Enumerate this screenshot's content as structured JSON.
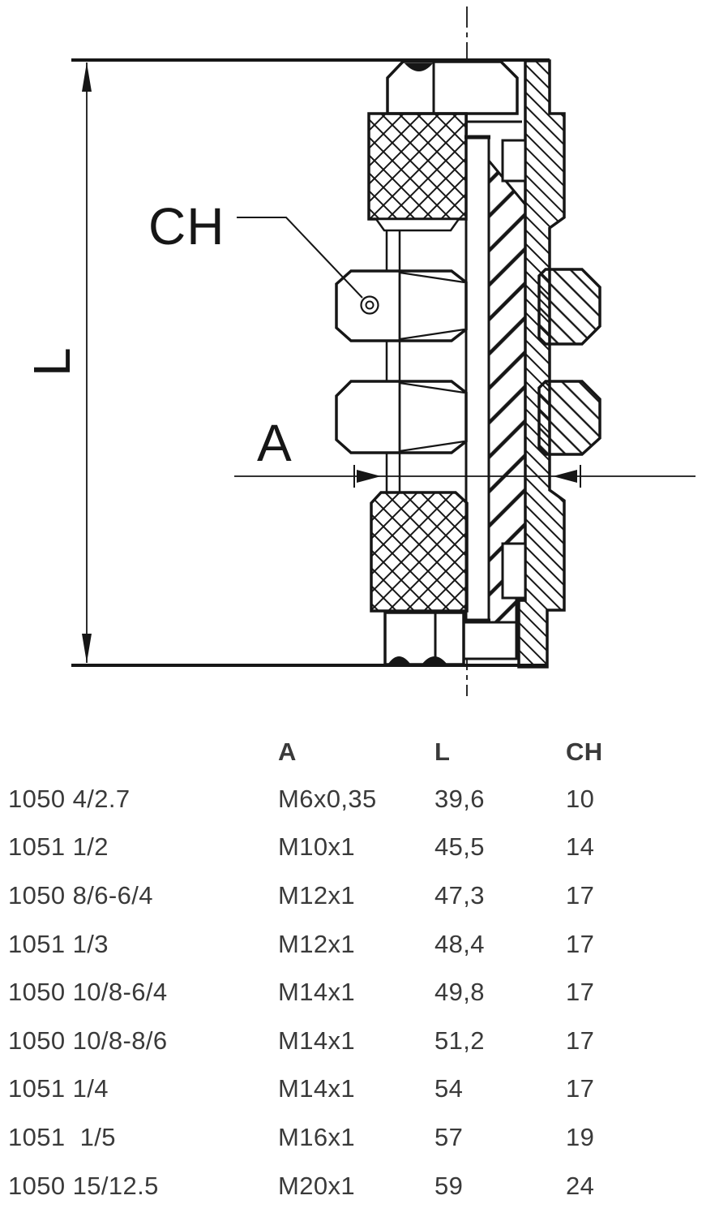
{
  "drawing": {
    "length_dim_label": "L",
    "wrench_size_label": "CH",
    "thread_dim_label": "A"
  },
  "table": {
    "headers": {
      "model": "",
      "thread": "A",
      "length": "L",
      "wrench": "CH"
    },
    "rows": [
      {
        "model": "1050 4/2.7",
        "thread": "M6x0,35",
        "length": "39,6",
        "wrench": "10"
      },
      {
        "model": "1051 1/2",
        "thread": "M10x1",
        "length": "45,5",
        "wrench": "14"
      },
      {
        "model": "1050 8/6-6/4",
        "thread": "M12x1",
        "length": "47,3",
        "wrench": "17"
      },
      {
        "model": "1051 1/3",
        "thread": "M12x1",
        "length": "48,4",
        "wrench": "17"
      },
      {
        "model": "1050 10/8-6/4",
        "thread": "M14x1",
        "length": "49,8",
        "wrench": "17"
      },
      {
        "model": "1050 10/8-8/6",
        "thread": "M14x1",
        "length": "51,2",
        "wrench": "17"
      },
      {
        "model": "1051 1/4",
        "thread": "M14x1",
        "length": "54",
        "wrench": "17"
      },
      {
        "model": "1051  1/5",
        "thread": "M16x1",
        "length": "57",
        "wrench": "19"
      },
      {
        "model": "1050 15/12.5",
        "thread": "M20x1",
        "length": "59",
        "wrench": "24"
      }
    ]
  },
  "colors": {
    "ink": "#161616",
    "table_text": "#3a3a3a"
  }
}
